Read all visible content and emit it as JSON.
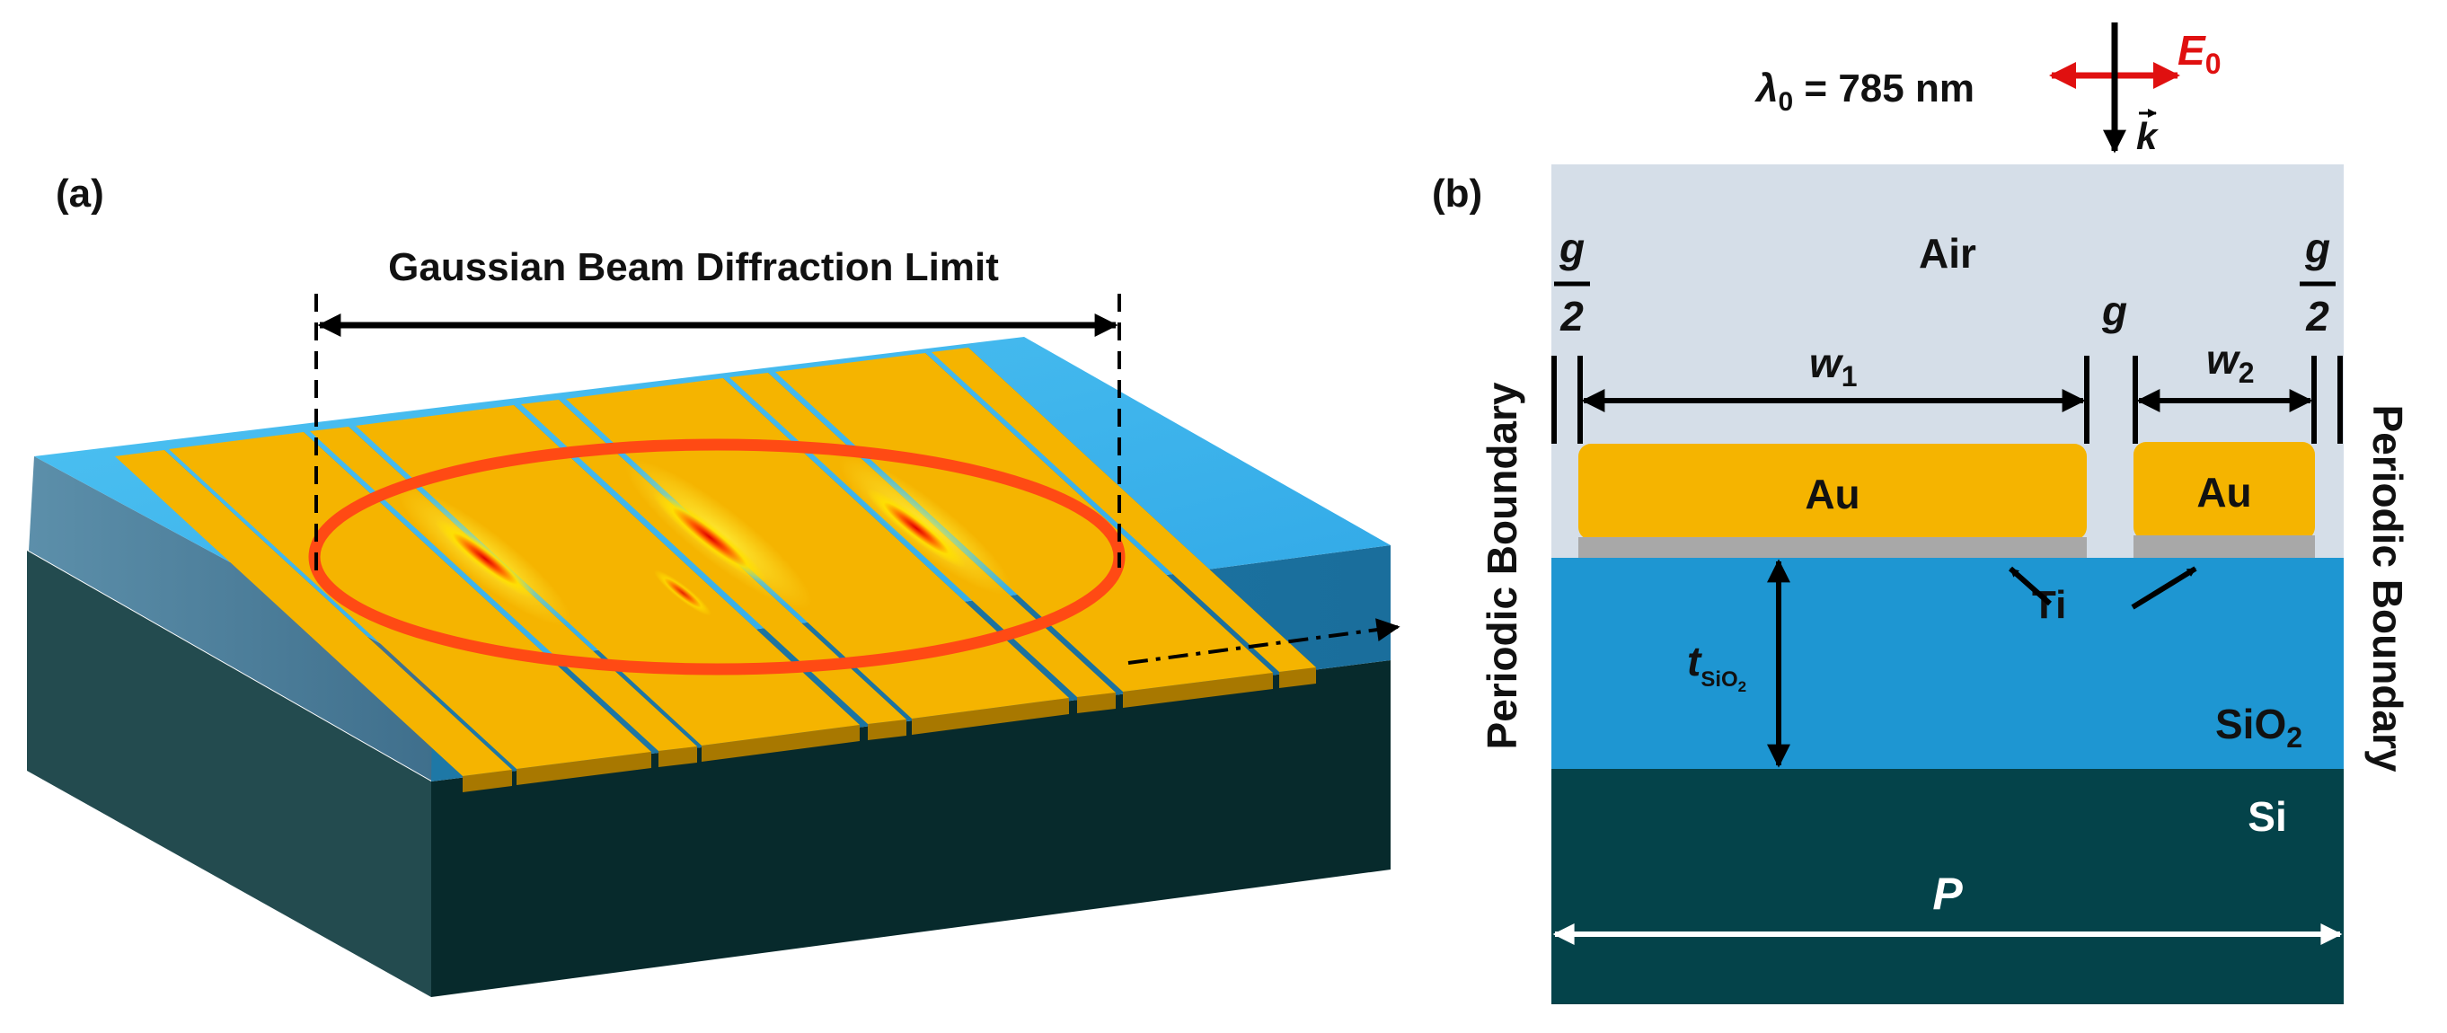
{
  "panel_a": {
    "label": "(a)",
    "beam_label": "Gaussian Beam Diffraction Limit"
  },
  "panel_b": {
    "label": "(b)",
    "wavelength": {
      "lambda": "λ",
      "sub": "0",
      "value": " = 785 nm"
    },
    "field": {
      "name": "E",
      "sub": "0"
    },
    "wavevector": "k",
    "air": "Air",
    "g_half": {
      "num": "g",
      "den": "2"
    },
    "g": "g",
    "w1": {
      "name": "w",
      "sub": "1"
    },
    "w2": {
      "name": "w",
      "sub": "2"
    },
    "au": "Au",
    "ti": "Ti",
    "t_sio2": {
      "name": "t",
      "sub": "SiO",
      "subsub": "2"
    },
    "sio2": {
      "name": "SiO",
      "sub": "2"
    },
    "si": "Si",
    "period": "P",
    "boundary": "Periodic Boundary"
  },
  "colors": {
    "gold": "#F5B400",
    "gold_side": "#A87800",
    "sio2": "#1E96D2",
    "si": "#04434A",
    "air": "#D5DEE8",
    "ti": "#A8A8A8",
    "ring": "#FF4A14",
    "polarization": "#E01010"
  }
}
